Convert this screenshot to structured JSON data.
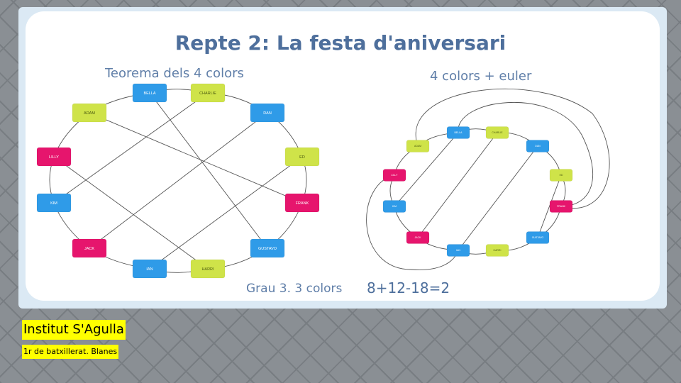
{
  "slide": {
    "title": "Repte 2: La festa d'aniversari",
    "left_diagram_label": "Teorema dels 4 colors",
    "right_diagram_label": "4 colors + euler",
    "grau_note": "Grau 3. 3 colors",
    "euler_formula": "8+12-18=2"
  },
  "colors": {
    "blue": "#2f9be8",
    "green": "#cfe349",
    "magenta": "#e6156d",
    "edge": "#555555"
  },
  "graph_left": {
    "nodes": [
      {
        "id": "bella",
        "label": "BELLA",
        "color": "blue"
      },
      {
        "id": "charlie",
        "label": "CHARLIE",
        "color": "green"
      },
      {
        "id": "dan",
        "label": "DAN",
        "color": "blue"
      },
      {
        "id": "ed",
        "label": "ED",
        "color": "green"
      },
      {
        "id": "frank",
        "label": "FRANK",
        "color": "magenta"
      },
      {
        "id": "gustavo",
        "label": "GUSTAVO",
        "color": "blue"
      },
      {
        "id": "harri",
        "label": "HARRI",
        "color": "green"
      },
      {
        "id": "ian",
        "label": "IAN",
        "color": "blue"
      },
      {
        "id": "jack",
        "label": "JACK",
        "color": "magenta"
      },
      {
        "id": "kim",
        "label": "KIM",
        "color": "blue"
      },
      {
        "id": "lilly",
        "label": "LILLY",
        "color": "magenta"
      },
      {
        "id": "adam",
        "label": "ADAM",
        "color": "green"
      }
    ]
  },
  "graph_right": {
    "nodes": [
      {
        "id": "bella",
        "label": "BELLA",
        "color": "blue"
      },
      {
        "id": "charlie",
        "label": "CHARLIE",
        "color": "green"
      },
      {
        "id": "dan",
        "label": "DAN",
        "color": "blue"
      },
      {
        "id": "ed",
        "label": "ED",
        "color": "green"
      },
      {
        "id": "frank",
        "label": "FRANK",
        "color": "magenta"
      },
      {
        "id": "gustavo",
        "label": "GUSTAVO",
        "color": "blue"
      },
      {
        "id": "harri",
        "label": "HARRI",
        "color": "green"
      },
      {
        "id": "ian",
        "label": "IAN",
        "color": "blue"
      },
      {
        "id": "jack",
        "label": "JACK",
        "color": "magenta"
      },
      {
        "id": "kim",
        "label": "KIM",
        "color": "blue"
      },
      {
        "id": "lilly",
        "label": "LILLY",
        "color": "magenta"
      },
      {
        "id": "adam",
        "label": "ADAM",
        "color": "green"
      }
    ]
  },
  "footer": {
    "school": "Institut S'Agulla",
    "course": "1r de batxillerat. Blanes"
  }
}
